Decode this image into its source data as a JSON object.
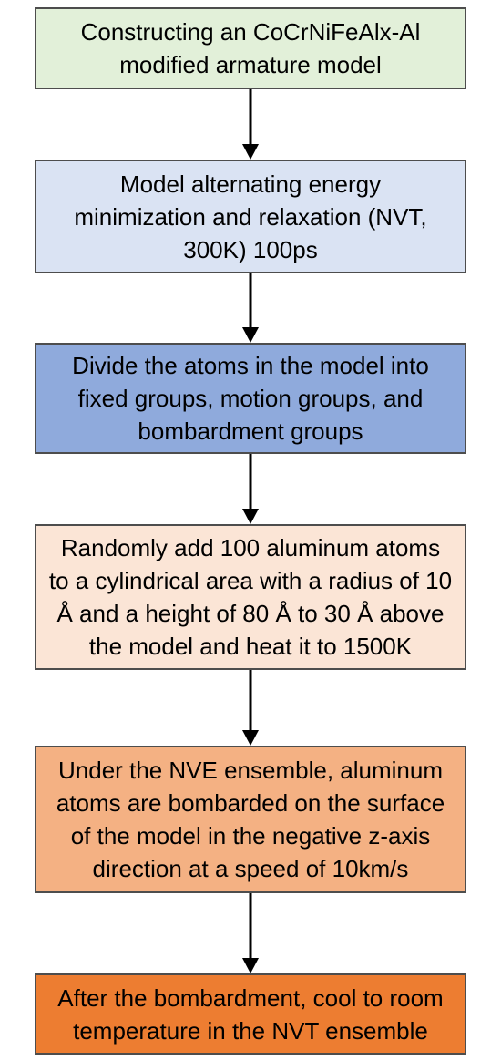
{
  "steps": [
    {
      "text": "Constructing an CoCrNiFeAlx-Al\nmodified armature model",
      "fill": "#e2f0d9"
    },
    {
      "text": "Model alternating energy\nminimization and relaxation (NVT,\n300K) 100ps",
      "fill": "#dae3f3"
    },
    {
      "text": "Divide the atoms in the model into\nfixed groups, motion groups, and\nbombardment groups",
      "fill": "#8faadc"
    },
    {
      "text": "Randomly add 100 aluminum atoms\nto a cylindrical area with a radius of 10\nÅ and a height of 80 Å to 30 Å above\nthe model and heat it to 1500K",
      "fill": "#fbe5d6"
    },
    {
      "text": "Under the NVE ensemble, aluminum\natoms are bombarded on the surface\nof the model in the negative z-axis\ndirection at a speed of 10km/s",
      "fill": "#f4b183"
    },
    {
      "text": "After the bombardment, cool to room\ntemperature in the NVT ensemble",
      "fill": "#ed7d31"
    }
  ],
  "arrow_color": "#000000",
  "border_color": "#4d4d4d"
}
